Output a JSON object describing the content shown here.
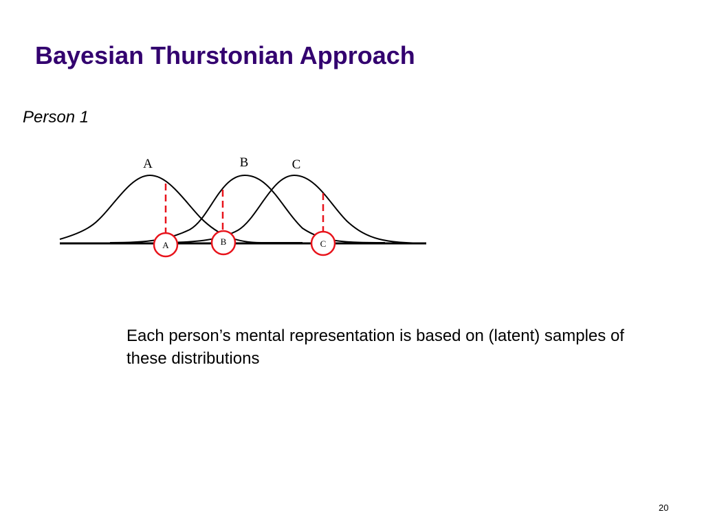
{
  "slide": {
    "title": "Bayesian Thurstonian Approach",
    "subtitle": "Person 1",
    "description": "Each person’s mental representation is based on (latent) samples of these distributions",
    "page_number": "20"
  },
  "diagram": {
    "distributions": [
      {
        "label": "A"
      },
      {
        "label": "B"
      },
      {
        "label": "C"
      }
    ],
    "samples": [
      {
        "label": "A"
      },
      {
        "label": "B"
      },
      {
        "label": "C"
      }
    ],
    "colors": {
      "curve": "#000000",
      "sample": "#e8131b",
      "title": "#33006f"
    }
  }
}
